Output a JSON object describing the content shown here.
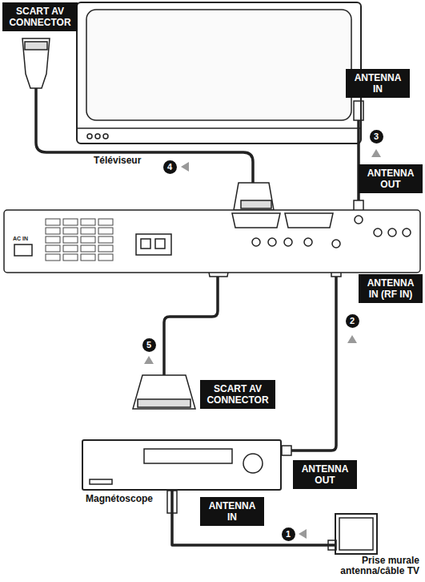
{
  "diagram": {
    "nodes": [
      {
        "text": [
          "Téléviseur"
        ]
      },
      {
        "text": [
          "Magnétoscope"
        ]
      },
      {
        "text": [
          "Prise murale antenna/câble TV"
        ]
      }
    ],
    "edges": [
      {
        "from": 2,
        "to": 1,
        "arrow": "none"
      }
    ],
    "labels": [
      "SCART AV CONNECTOR",
      "ANTENNA IN",
      "ANTENNA OUT",
      "ANTENNA IN (RF IN)",
      "SCART AV CONNECTOR",
      "ANTENNA OUT",
      "ANTENNA IN",
      "1",
      "2",
      "3",
      "4",
      "5",
      "AC IN"
    ]
  }
}
